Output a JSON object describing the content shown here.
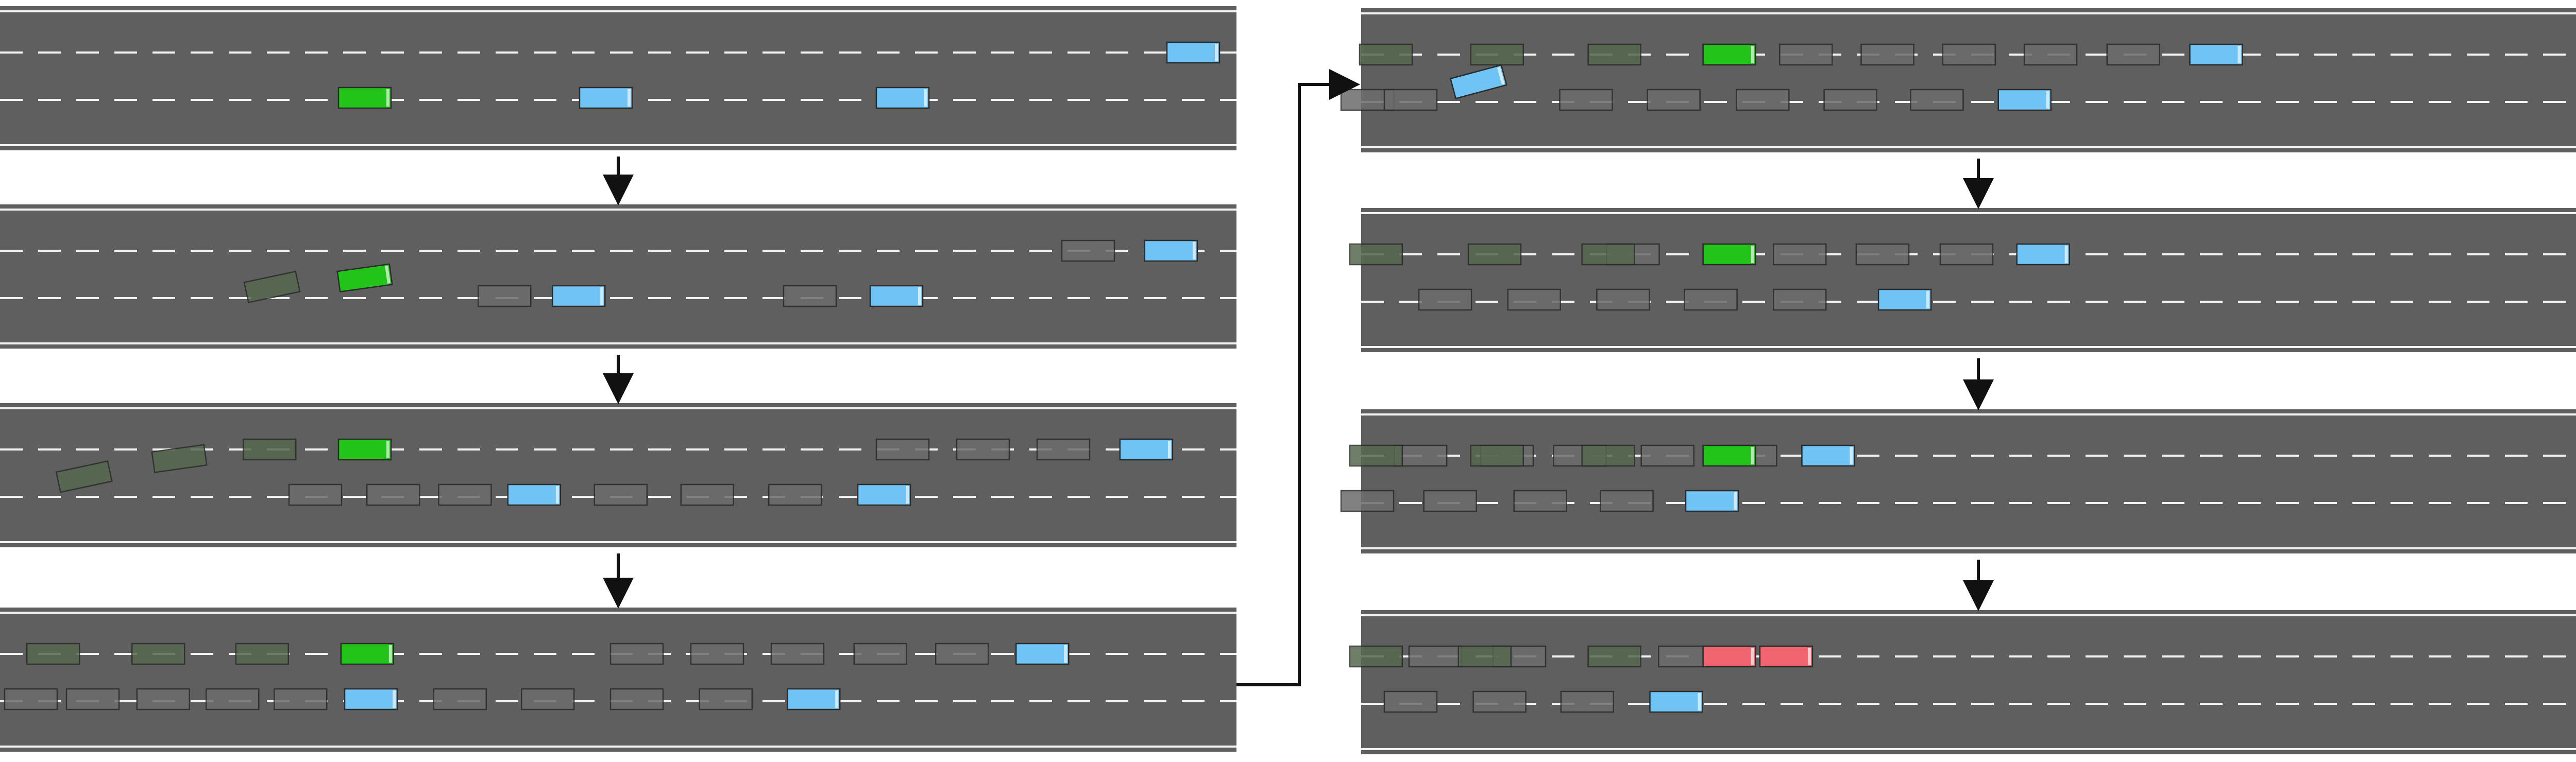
{
  "colors": {
    "background": "#ffffff",
    "road": "#5f5f5f",
    "lane_marking": "#f2f2f2",
    "ego_vehicle": "#22c41a",
    "other_vehicle": "#6fc3f5",
    "ghost_vehicle": "#6c6c6c",
    "ghost_ego": "#56684f",
    "collision": "#f06570",
    "arrow": "#111111"
  },
  "legend_icons": [
    "ego-vehicle",
    "other-vehicle",
    "ghost-trail",
    "collision-vehicle"
  ],
  "columns": [
    {
      "name": "left-column",
      "frames": [
        {
          "name": "frame-1",
          "ego": [
            {
              "x": 0.295,
              "lane": 2
            }
          ],
          "others": [
            {
              "x": 0.49,
              "lane": 2
            },
            {
              "x": 0.73,
              "lane": 2
            },
            {
              "x": 0.965,
              "lane": 1
            }
          ],
          "ghost_ego": [],
          "ghosts": []
        },
        {
          "name": "frame-2",
          "ego": [
            {
              "x": 0.295,
              "lane": 1.6,
              "angle": -8
            }
          ],
          "others": [
            {
              "x": 0.468,
              "lane": 2
            },
            {
              "x": 0.725,
              "lane": 2
            },
            {
              "x": 0.947,
              "lane": 1
            }
          ],
          "ghost_ego": [
            {
              "x": 0.22,
              "lane": 1.8,
              "angle": -12
            }
          ],
          "ghosts": [
            {
              "x": 0.408,
              "lane": 2
            },
            {
              "x": 0.655,
              "lane": 2
            },
            {
              "x": 0.88,
              "lane": 1
            }
          ]
        },
        {
          "name": "frame-3",
          "ego": [
            {
              "x": 0.295,
              "lane": 1
            }
          ],
          "others": [
            {
              "x": 0.432,
              "lane": 2
            },
            {
              "x": 0.715,
              "lane": 2
            },
            {
              "x": 0.927,
              "lane": 1
            }
          ],
          "ghost_ego": [
            {
              "x": 0.068,
              "lane": 1.6,
              "angle": -12
            },
            {
              "x": 0.145,
              "lane": 1.2,
              "angle": -8
            },
            {
              "x": 0.218,
              "lane": 1
            }
          ],
          "ghosts": [
            {
              "x": 0.255,
              "lane": 2
            },
            {
              "x": 0.318,
              "lane": 2
            },
            {
              "x": 0.376,
              "lane": 2
            },
            {
              "x": 0.502,
              "lane": 2
            },
            {
              "x": 0.572,
              "lane": 2
            },
            {
              "x": 0.643,
              "lane": 2
            },
            {
              "x": 0.73,
              "lane": 1
            },
            {
              "x": 0.795,
              "lane": 1
            },
            {
              "x": 0.86,
              "lane": 1
            }
          ]
        },
        {
          "name": "frame-4",
          "ego": [
            {
              "x": 0.297,
              "lane": 1
            }
          ],
          "others": [
            {
              "x": 0.3,
              "lane": 2
            },
            {
              "x": 0.658,
              "lane": 2
            },
            {
              "x": 0.843,
              "lane": 1
            }
          ],
          "ghost_ego": [
            {
              "x": 0.043,
              "lane": 1
            },
            {
              "x": 0.128,
              "lane": 1
            },
            {
              "x": 0.212,
              "lane": 1
            }
          ],
          "ghosts": [
            {
              "x": 0.025,
              "lane": 2
            },
            {
              "x": 0.075,
              "lane": 2
            },
            {
              "x": 0.132,
              "lane": 2
            },
            {
              "x": 0.188,
              "lane": 2
            },
            {
              "x": 0.243,
              "lane": 2
            },
            {
              "x": 0.372,
              "lane": 2
            },
            {
              "x": 0.443,
              "lane": 2
            },
            {
              "x": 0.515,
              "lane": 2
            },
            {
              "x": 0.587,
              "lane": 2
            },
            {
              "x": 0.515,
              "lane": 1
            },
            {
              "x": 0.58,
              "lane": 1
            },
            {
              "x": 0.645,
              "lane": 1
            },
            {
              "x": 0.712,
              "lane": 1
            },
            {
              "x": 0.778,
              "lane": 1
            }
          ]
        }
      ]
    },
    {
      "name": "right-column",
      "frames": [
        {
          "name": "frame-5",
          "ego": [
            {
              "x": 0.298,
              "lane": 1
            }
          ],
          "others": [
            {
              "x": 0.095,
              "lane": 1.6,
              "angle": -15
            },
            {
              "x": 0.537,
              "lane": 2
            },
            {
              "x": 0.692,
              "lane": 1
            }
          ],
          "ghost_ego": [
            {
              "x": 0.02,
              "lane": 1
            },
            {
              "x": 0.11,
              "lane": 1
            },
            {
              "x": 0.205,
              "lane": 1
            }
          ],
          "ghosts": [
            {
              "x": 0.005,
              "lane": 2
            },
            {
              "x": 0.04,
              "lane": 2
            },
            {
              "x": 0.182,
              "lane": 2
            },
            {
              "x": 0.253,
              "lane": 2
            },
            {
              "x": 0.325,
              "lane": 2
            },
            {
              "x": 0.396,
              "lane": 2
            },
            {
              "x": 0.466,
              "lane": 2
            },
            {
              "x": 0.36,
              "lane": 1
            },
            {
              "x": 0.426,
              "lane": 1
            },
            {
              "x": 0.492,
              "lane": 1
            },
            {
              "x": 0.558,
              "lane": 1
            },
            {
              "x": 0.625,
              "lane": 1
            }
          ]
        },
        {
          "name": "frame-6",
          "ego": [
            {
              "x": 0.298,
              "lane": 1
            }
          ],
          "others": [
            {
              "x": 0.44,
              "lane": 2
            },
            {
              "x": 0.552,
              "lane": 1
            }
          ],
          "ghost_ego": [
            {
              "x": 0.012,
              "lane": 1
            },
            {
              "x": 0.108,
              "lane": 1
            },
            {
              "x": 0.2,
              "lane": 1
            }
          ],
          "ghosts": [
            {
              "x": 0.068,
              "lane": 2
            },
            {
              "x": 0.14,
              "lane": 2
            },
            {
              "x": 0.212,
              "lane": 2
            },
            {
              "x": 0.283,
              "lane": 2
            },
            {
              "x": 0.355,
              "lane": 2
            },
            {
              "x": 0.22,
              "lane": 1
            },
            {
              "x": 0.355,
              "lane": 1
            },
            {
              "x": 0.422,
              "lane": 1
            },
            {
              "x": 0.49,
              "lane": 1
            }
          ]
        },
        {
          "name": "frame-7",
          "ego": [
            {
              "x": 0.298,
              "lane": 1
            }
          ],
          "others": [
            {
              "x": 0.284,
              "lane": 2
            },
            {
              "x": 0.378,
              "lane": 1
            }
          ],
          "ghost_ego": [
            {
              "x": 0.012,
              "lane": 1
            },
            {
              "x": 0.11,
              "lane": 1
            },
            {
              "x": 0.2,
              "lane": 1
            }
          ],
          "ghosts": [
            {
              "x": 0.005,
              "lane": 2
            },
            {
              "x": 0.072,
              "lane": 2
            },
            {
              "x": 0.145,
              "lane": 2
            },
            {
              "x": 0.215,
              "lane": 2
            },
            {
              "x": 0.048,
              "lane": 1
            },
            {
              "x": 0.118,
              "lane": 1
            },
            {
              "x": 0.177,
              "lane": 1
            },
            {
              "x": 0.248,
              "lane": 1
            },
            {
              "x": 0.315,
              "lane": 1
            }
          ]
        },
        {
          "name": "frame-8",
          "ego": [],
          "others": [
            {
              "x": 0.255,
              "lane": 2
            }
          ],
          "ghost_ego": [
            {
              "x": 0.012,
              "lane": 1
            },
            {
              "x": 0.1,
              "lane": 1
            },
            {
              "x": 0.205,
              "lane": 1
            }
          ],
          "ghosts": [
            {
              "x": 0.04,
              "lane": 2
            },
            {
              "x": 0.112,
              "lane": 2
            },
            {
              "x": 0.183,
              "lane": 2
            },
            {
              "x": 0.06,
              "lane": 1
            },
            {
              "x": 0.128,
              "lane": 1
            },
            {
              "x": 0.262,
              "lane": 1
            }
          ],
          "collision": [
            {
              "x": 0.298,
              "lane": 1
            },
            {
              "x": 0.344,
              "lane": 1
            }
          ]
        }
      ]
    }
  ]
}
